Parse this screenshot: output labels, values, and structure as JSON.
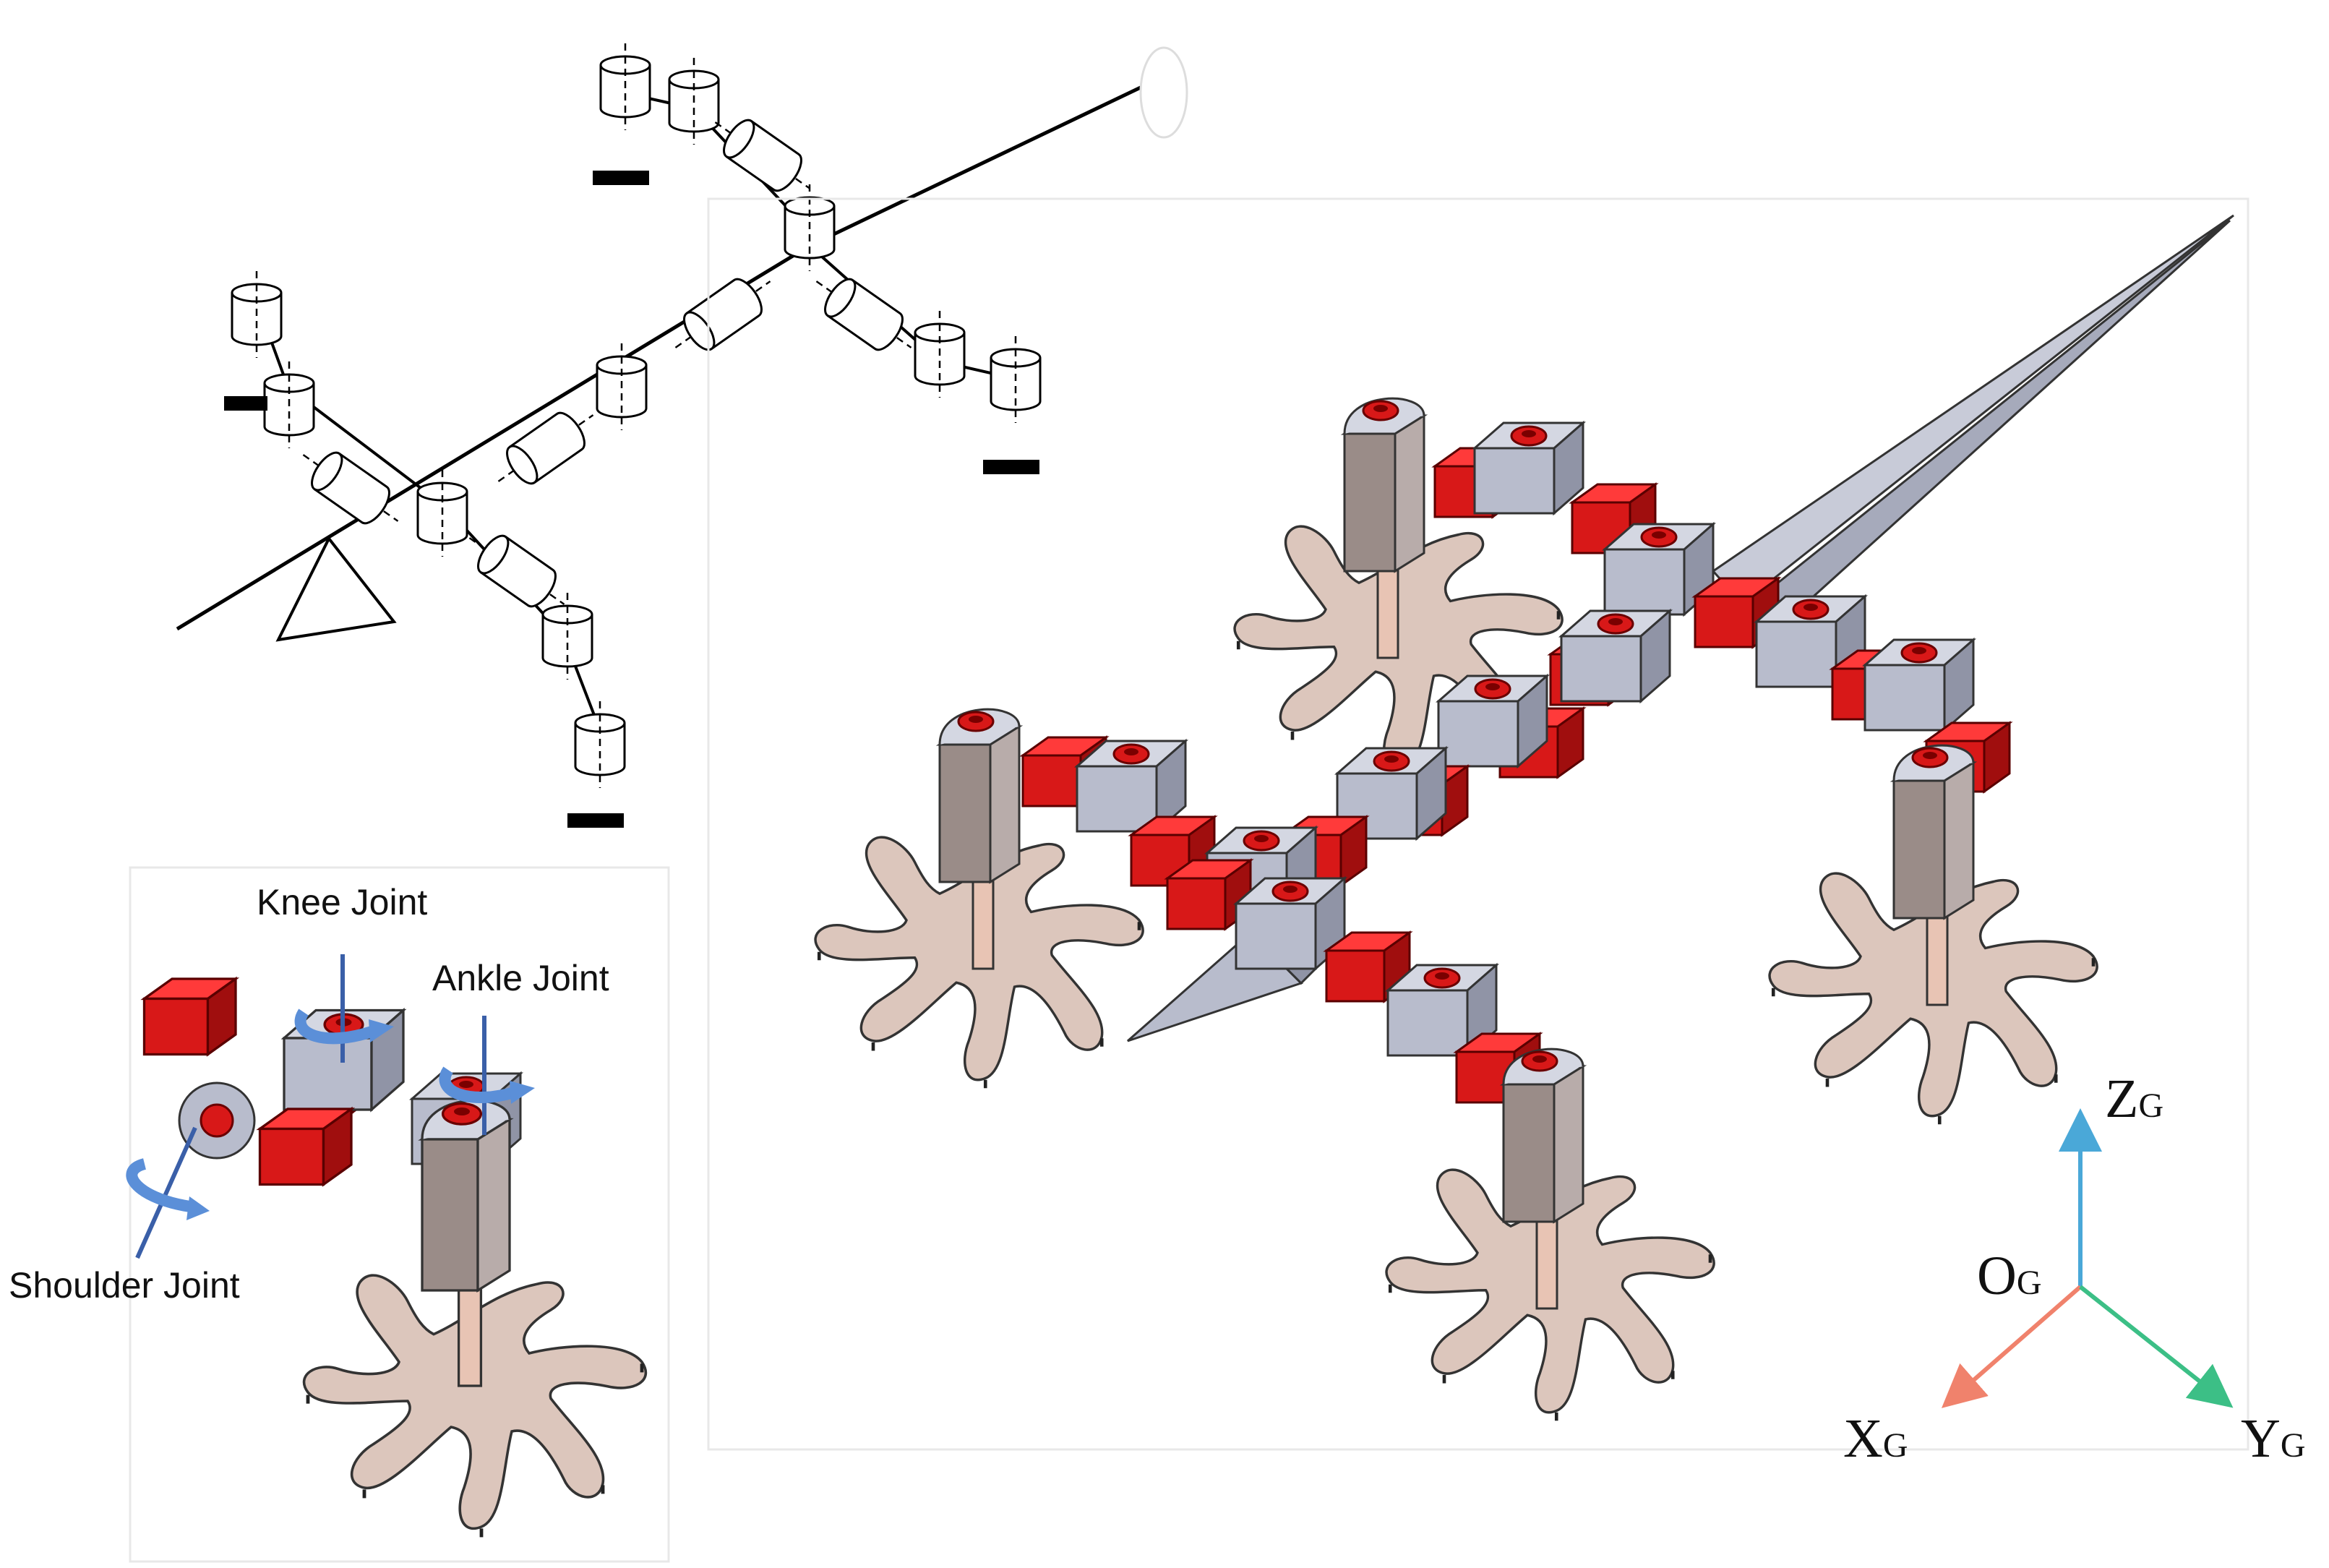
{
  "inset": {
    "knee_label": "Knee Joint",
    "ankle_label": "Ankle Joint",
    "shoulder_label": "Shoulder Joint"
  },
  "axes": {
    "origin_label": "O",
    "origin_sub": "G",
    "x_label": "X",
    "x_sub": "G",
    "y_label": "Y",
    "y_sub": "G",
    "z_label": "Z",
    "z_sub": "G",
    "x_color": "#f0826c",
    "y_color": "#3cbf86",
    "z_color": "#4aa8d8"
  },
  "colors": {
    "module_red": "#d81818",
    "module_gray": "#b8bccc",
    "foot_tan": "#dcc6bc",
    "rotation_arrow": "#5b8fd8"
  }
}
